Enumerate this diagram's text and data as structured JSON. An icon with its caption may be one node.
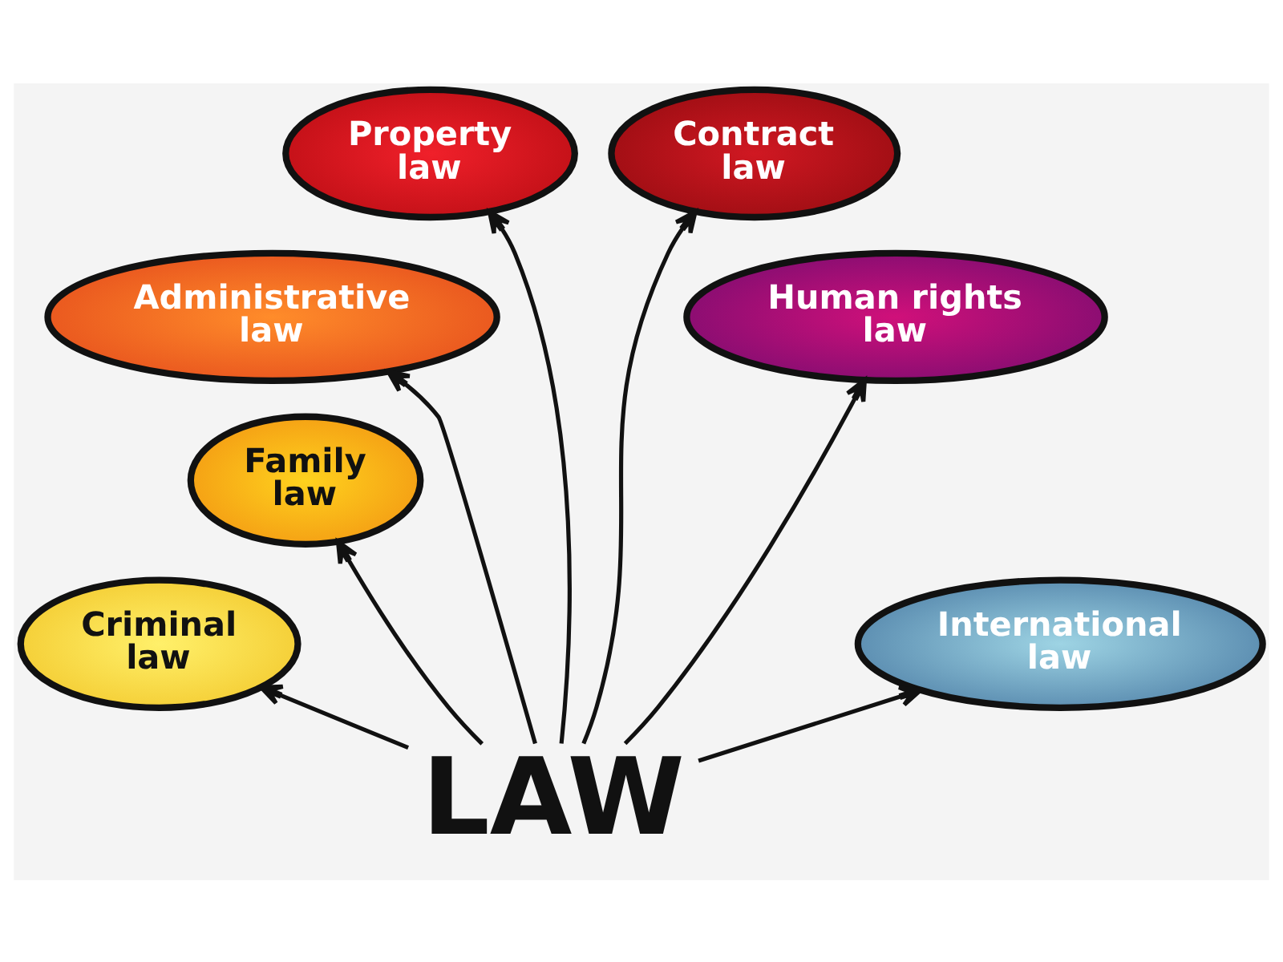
{
  "diagram": {
    "nodes": [
      {
        "text": [
          "Administrative law"
        ]
      },
      {
        "text": [
          "Property law"
        ]
      },
      {
        "text": [
          "Contract law"
        ]
      },
      {
        "text": [
          "Human rights law"
        ]
      },
      {
        "text": [
          "Family law"
        ]
      },
      {
        "text": [
          "International law"
        ]
      },
      {
        "text": [
          "Criminal law"
        ]
      },
      {
        "text": [
          "LAW"
        ]
      }
    ],
    "edges": [
      {
        "from": 7,
        "to": 6,
        "arrow": "to"
      },
      {
        "from": 7,
        "to": 4,
        "arrow": "to"
      },
      {
        "from": 7,
        "to": 0,
        "arrow": "to"
      },
      {
        "from": 7,
        "to": 1,
        "arrow": "to"
      },
      {
        "from": 7,
        "to": 2,
        "arrow": "to"
      },
      {
        "from": 7,
        "to": 3,
        "arrow": "to"
      },
      {
        "from": 7,
        "to": 5,
        "arrow": "to"
      }
    ]
  }
}
